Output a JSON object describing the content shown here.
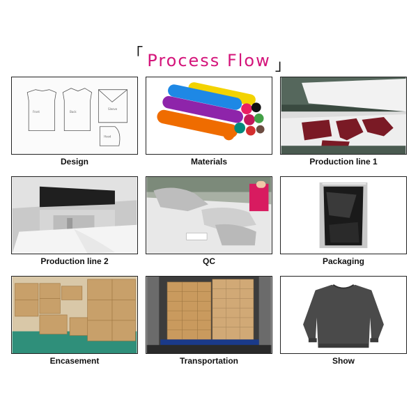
{
  "header": {
    "title": "Process Flow",
    "bracket_left": "「",
    "bracket_right": "」",
    "title_color": "#d4147a"
  },
  "steps": [
    {
      "label": "Design",
      "icon": "pattern-sketch-image"
    },
    {
      "label": "Materials",
      "icon": "fabric-rolls-image"
    },
    {
      "label": "Production line 1",
      "icon": "cutting-table-image"
    },
    {
      "label": "Production line 2",
      "icon": "sewing-machine-image"
    },
    {
      "label": "QC",
      "icon": "quality-check-image"
    },
    {
      "label": "Packaging",
      "icon": "plastic-bag-image"
    },
    {
      "label": "Encasement",
      "icon": "carton-boxes-image"
    },
    {
      "label": "Transportation",
      "icon": "container-loading-image"
    },
    {
      "label": "Show",
      "icon": "sweatshirt-image"
    }
  ]
}
